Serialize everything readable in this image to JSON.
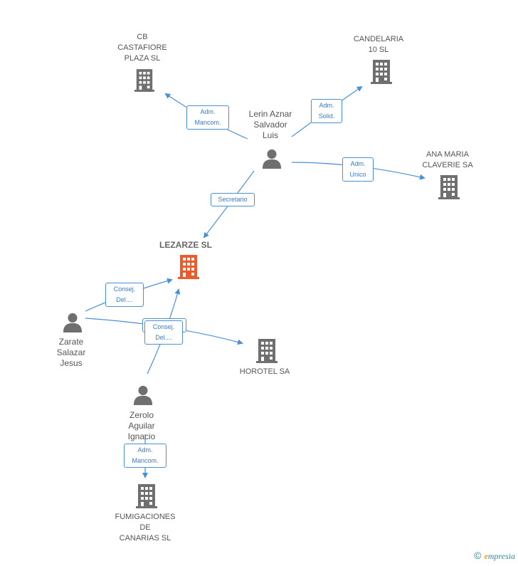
{
  "companies": {
    "cb_castafiore": "CB\nCASTAFIORE\nPLAZA SL",
    "candelaria": "CANDELARIA\n10 SL",
    "ana_maria": "ANA MARIA\nCLAVERIE SA",
    "lezarze": "LEZARZE SL",
    "horotel": "HOROTEL SA",
    "fumigaciones": "FUMIGACIONES\nDE\nCANARIAS SL"
  },
  "people": {
    "lerin": "Lerin Aznar\nSalvador\nLuis",
    "zarate": "Zarate\nSalazar\nJesus",
    "zerolo": "Zerolo\nAguilar\nIgnacio"
  },
  "edges": {
    "lerin_cb": "Adm.\nMancom.",
    "lerin_candelaria": "Adm.\nSolid.",
    "lerin_ana": "Adm.\nUnico",
    "lerin_lezarze": "Secretario",
    "zarate_lezarze": "Consej.\nDel....",
    "zerolo_lezarze": "Consej.\nDel....",
    "zerolo_fumigaciones": "Adm.\nMancom."
  },
  "colors": {
    "edge": "#4a90d9",
    "building": "#6f6f6f",
    "building_main": "#f05a28",
    "person": "#6f6f6f"
  },
  "footer": {
    "copyright": "©",
    "brand_e": "e",
    "brand_rest": "mpresia"
  }
}
